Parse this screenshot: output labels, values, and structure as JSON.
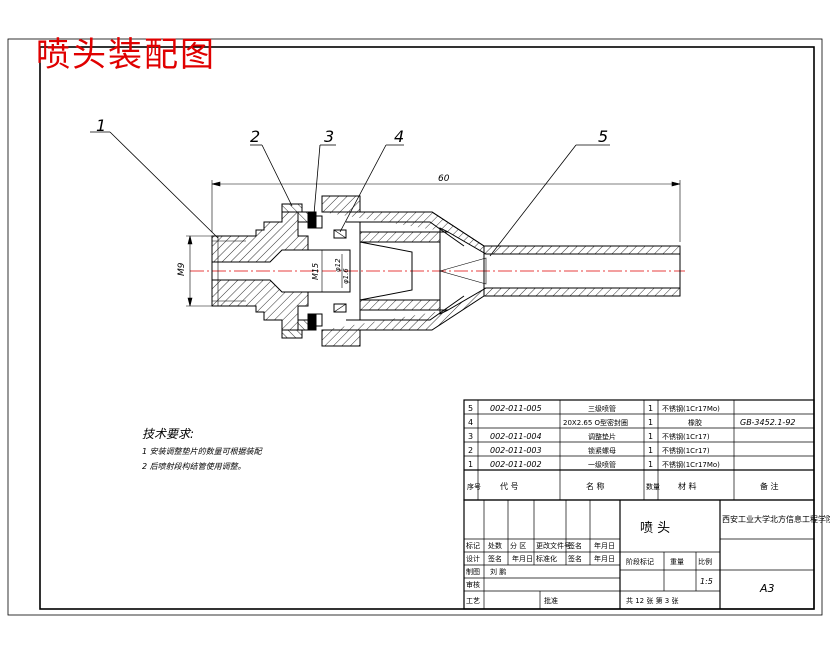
{
  "title": "喷头装配图",
  "balloons": [
    "1",
    "2",
    "3",
    "4",
    "5"
  ],
  "dimensions": {
    "overall_length": "60",
    "thread_main": "M9",
    "thread_inner": "M15",
    "dia_a": "φ1.6",
    "dia_b": "φ12"
  },
  "tech_requirements": {
    "heading": "技术要求:",
    "items": [
      "1 安装调整垫片的数量可根据装配",
      "2 后喷射段构结管使用调整。"
    ]
  },
  "parts_list": {
    "rows": [
      {
        "no": "5",
        "code": "002-011-005",
        "name": "三级喷管",
        "qty": "1",
        "material": "不锈钢(1Cr17Mo)",
        "note": ""
      },
      {
        "no": "4",
        "code": "",
        "name": "20X2.65 O型密封圈",
        "qty": "1",
        "material": "橡胶",
        "note": "GB-3452.1-92"
      },
      {
        "no": "3",
        "code": "002-011-004",
        "name": "调整垫片",
        "qty": "1",
        "material": "不锈钢(1Cr17)",
        "note": ""
      },
      {
        "no": "2",
        "code": "002-011-003",
        "name": "锁紧螺母",
        "qty": "1",
        "material": "不锈钢(1Cr17)",
        "note": ""
      },
      {
        "no": "1",
        "code": "002-011-002",
        "name": "一级喷管",
        "qty": "1",
        "material": "不锈钢(1Cr17Mo)",
        "note": ""
      }
    ],
    "header": {
      "no": "序号",
      "code": "代 号",
      "name": "名 称",
      "qty": "数量",
      "material": "材 料",
      "note": "备 注"
    }
  },
  "title_block": {
    "part_name": "喷 头",
    "company": "西安工业大学北方信息工程学院",
    "sheet_size": "A3",
    "scale_label": "比例",
    "scale": "1:5",
    "stage_label": "阶段标记",
    "weight_label": "重量",
    "sheets": "共 12 张  第 3 张",
    "rev_labels": [
      "标记",
      "处数",
      "分 区",
      "更改文件号",
      "签名",
      "年月日"
    ],
    "sign_rows": [
      {
        "role": "设计",
        "name": "",
        "extra": [
          "签名",
          "年月日",
          "标准化",
          "签名",
          "年月日"
        ]
      },
      {
        "role": "制图",
        "name": "刘 鹏",
        "extra": []
      },
      {
        "role": "审核",
        "name": "",
        "extra": []
      },
      {
        "role": "工艺",
        "name": "",
        "extra": [
          "批准"
        ]
      }
    ]
  }
}
